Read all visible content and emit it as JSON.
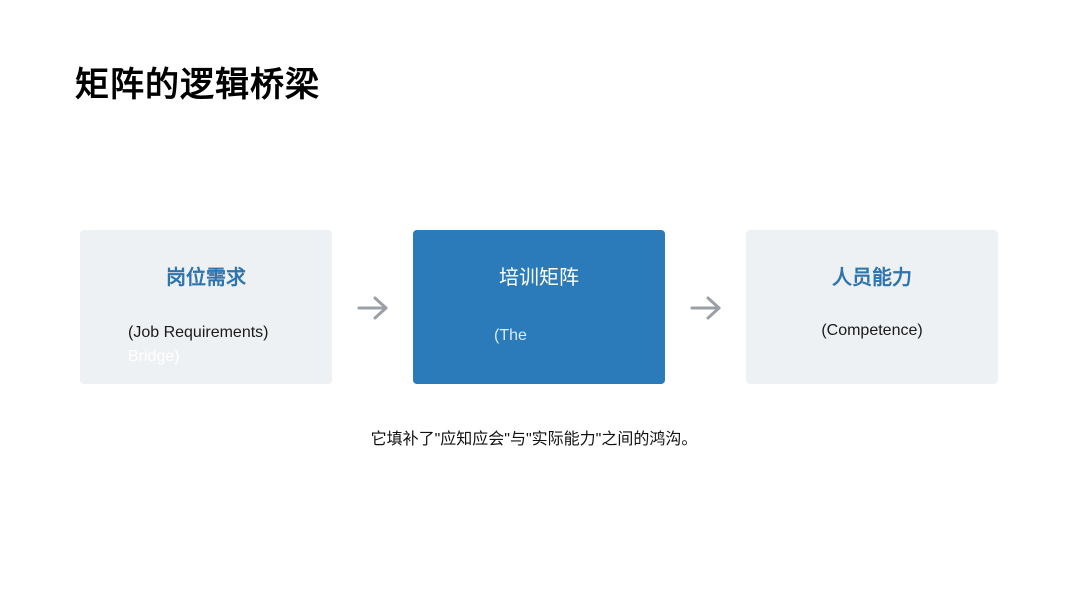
{
  "title": "矩阵的逻辑桥梁",
  "boxes": [
    {
      "heading": "岗位需求",
      "sub": "(Job Requirements)",
      "overflow": "Bridge)"
    },
    {
      "heading": "培训矩阵",
      "sub": "(The"
    },
    {
      "heading": "人员能力",
      "sub": "(Competence)"
    }
  ],
  "arrows": [
    {
      "icon": "arrow-right-icon"
    },
    {
      "icon": "arrow-right-icon"
    }
  ],
  "caption": "它填补了\"应知应会\"与\"实际能力\"之间的鸿沟。",
  "colors": {
    "accent_blue": "#2b7bba",
    "heading_blue": "#2e74ad",
    "light_box": "#eef1f3",
    "arrow_gray": "#9aa0a6"
  }
}
